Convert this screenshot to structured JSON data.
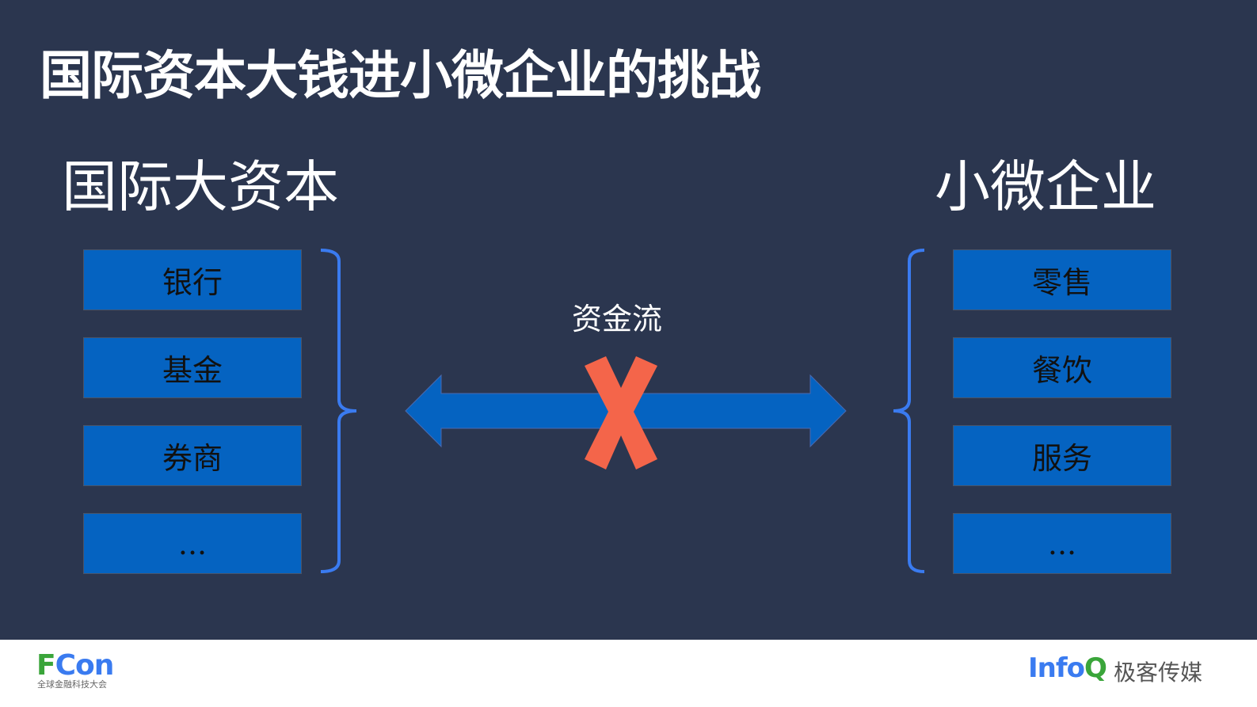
{
  "title": "国际资本大钱进小微企业的挑战",
  "left": {
    "heading": "国际大资本",
    "items": [
      "银行",
      "基金",
      "券商",
      "..."
    ]
  },
  "right": {
    "heading": "小微企业",
    "items": [
      "零售",
      "餐饮",
      "服务",
      "..."
    ]
  },
  "flow_label": "资金流",
  "colors": {
    "background": "#2b364f",
    "box": "#0563c1",
    "arrow": "#0563c1",
    "cross": "#f4654a",
    "bracket": "#3a7bf0"
  },
  "footer": {
    "fcon_f": "F",
    "fcon_rest": "Con",
    "fcon_sub": "全球金融科技大会",
    "infoq_main": "Info",
    "infoq_q": "Q",
    "geek": "极客传媒"
  }
}
